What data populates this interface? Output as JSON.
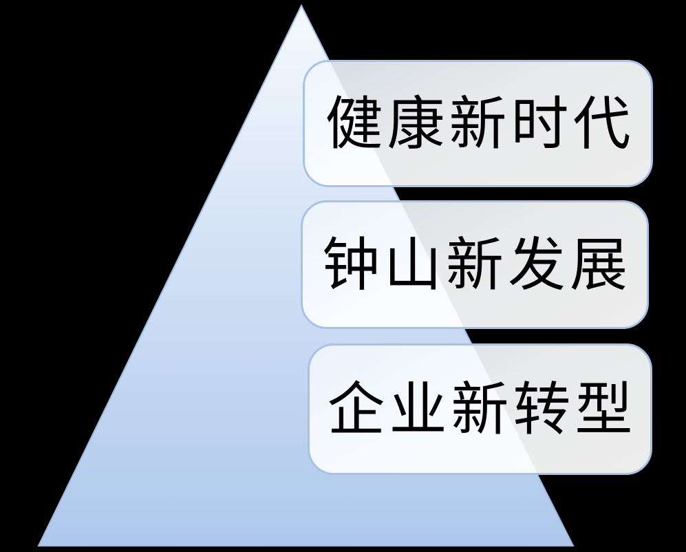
{
  "diagram": {
    "type": "pyramid-list",
    "background_color": "#000000",
    "pyramid": {
      "gradient_top_color": "#F6FAFE",
      "gradient_bottom_color": "#AEC8EC",
      "border_color": "#9DBCE4"
    },
    "box_style": {
      "fill_color": "#FFFFFF",
      "border_color": "#A6C3E6",
      "text_color": "#000000"
    },
    "items": [
      {
        "label": "健康新时代"
      },
      {
        "label": "钟山新发展"
      },
      {
        "label": "企业新转型"
      }
    ]
  }
}
